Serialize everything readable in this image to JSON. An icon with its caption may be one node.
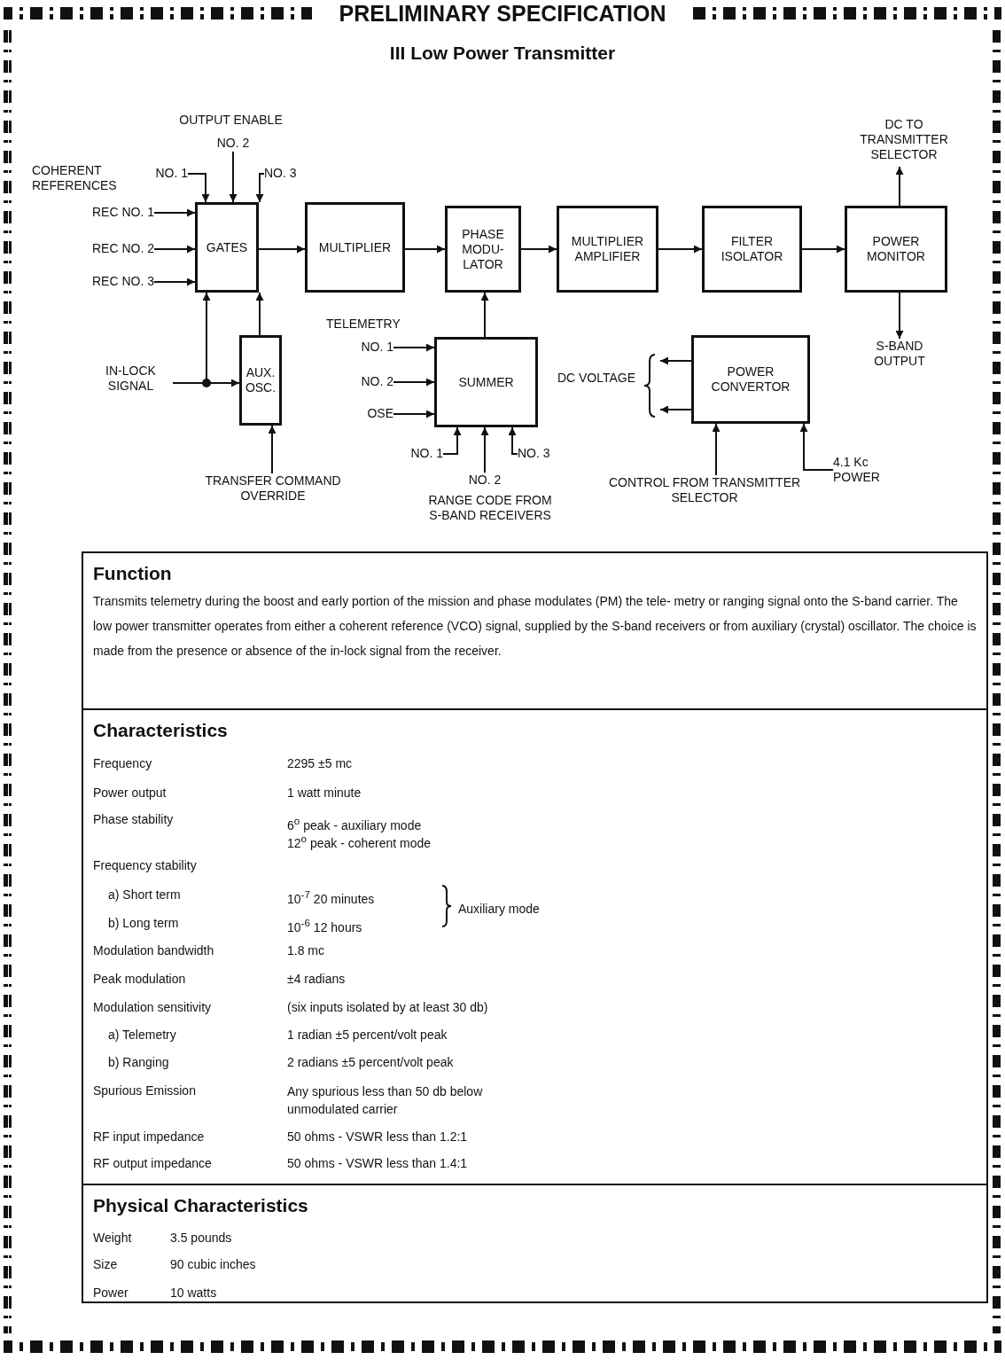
{
  "diagram": {
    "title": "III Low Power Transmitter",
    "nodes": [
      {
        "text": [
          "GATES"
        ]
      },
      {
        "text": [
          "MULTIPLIER"
        ]
      },
      {
        "text": [
          "PHASE MODU- LATOR"
        ]
      },
      {
        "text": [
          "MULTIPLIER AMPLIFIER"
        ]
      },
      {
        "text": [
          "FILTER ISOLATOR"
        ]
      },
      {
        "text": [
          "POWER MONITOR"
        ]
      },
      {
        "text": [
          "AUX. OSC."
        ]
      },
      {
        "text": [
          "SUMMER"
        ]
      },
      {
        "text": [
          "POWER CONVERTOR"
        ]
      },
      {
        "text": [
          "NO. 1"
        ]
      },
      {
        "text": [
          "NO. 2"
        ]
      },
      {
        "text": [
          "NO. 3"
        ]
      },
      {
        "text": [
          "REC NO. 1"
        ]
      },
      {
        "text": [
          "REC NO. 2"
        ]
      },
      {
        "text": [
          "REC NO. 3"
        ]
      },
      {
        "text": [
          "IN-LOCK SIGNAL"
        ]
      },
      {
        "text": [
          "TRANSFER COMMAND OVERRIDE"
        ]
      },
      {
        "text": [
          "NO. 1"
        ]
      },
      {
        "text": [
          "NO. 2"
        ]
      },
      {
        "text": [
          "OSE"
        ]
      },
      {
        "text": [
          "NO. 1"
        ]
      },
      {
        "text": [
          "NO. 2"
        ]
      },
      {
        "text": [
          "NO. 3"
        ]
      },
      {
        "text": [
          "DC TO TRANSMITTER SELECTOR"
        ]
      },
      {
        "text": [
          "S-BAND OUTPUT"
        ]
      },
      {
        "text": [
          "DC VOLTAGE"
        ]
      },
      {
        "text": [
          "CONTROL FROM TRANSMITTER SELECTOR"
        ]
      },
      {
        "text": [
          "4.1 Kc POWER"
        ]
      },
      {
        "text": [
          "Function",
          "Transmits telemetry during the boost and early portion of the mission and phase modulates (PM) the tele- metry or ranging signal onto the S-band carrier.  The low power transmitter operates from either a coherent reference (VCO) signal, supplied by the S-band receivers or from auxiliary (crystal) oscillator. The choice is made from the presence or absence of the in-lock signal from the receiver."
        ]
      },
      {
        "text": [
          "Characteristics",
          "Frequency",
          "2295 ±5 mc",
          "Power output",
          "1 watt minute",
          "Phase stability",
          "6$^{o}$ peak - auxiliary mode",
          "12$^{o}$ peak - coherent mode",
          "Frequency stability",
          "a)  Short term",
          "10$^{-7}$ 20 minutes",
          "b)  Long term",
          "10$^{-6}$ 12 hours",
          "Auxiliary mode",
          "Modulation bandwidth",
          "1.8 mc",
          "Peak modulation",
          "±4 radians",
          "Modulation sensitivity",
          "(six inputs isolated by at least 30 db)",
          "a)  Telemetry",
          "1 radian ±5 percent/volt peak",
          "b)  Ranging",
          "2 radians ±5 percent/volt peak",
          "Spurious Emission",
          "Any spurious less than 50 db below unmodulated carrier",
          "RF input impedance",
          "50 ohms - VSWR less than 1.2:1",
          "RF output impedance",
          "50 ohms - VSWR less than 1.4:1"
        ]
      },
      {
        "text": [
          "Physical Characteristics",
          "Weight",
          "3.5 pounds",
          "Size",
          "90 cubic inches",
          "Power",
          "10 watts"
        ]
      }
    ],
    "edges": [
      {
        "from": 9,
        "to": 0,
        "arrow": "to"
      },
      {
        "from": 10,
        "to": 0,
        "arrow": "to"
      },
      {
        "from": 11,
        "to": 0,
        "arrow": "to"
      },
      {
        "from": 12,
        "to": 0,
        "arrow": "to"
      },
      {
        "from": 13,
        "to": 0,
        "arrow": "to"
      },
      {
        "from": 14,
        "to": 0,
        "arrow": "to"
      },
      {
        "from": 0,
        "to": 1,
        "arrow": "to"
      },
      {
        "from": 1,
        "to": 2,
        "arrow": "to"
      },
      {
        "from": 2,
        "to": 3,
        "arrow": "to"
      },
      {
        "from": 3,
        "to": 4,
        "arrow": "to"
      },
      {
        "from": 4,
        "to": 5,
        "arrow": "to"
      },
      {
        "from": 5,
        "to": 23,
        "arrow": "to"
      },
      {
        "from": 5,
        "to": 24,
        "arrow": "to"
      },
      {
        "from": 15,
        "to": 6,
        "arrow": "to"
      },
      {
        "from": 15,
        "to": 0,
        "arrow": "to"
      },
      {
        "from": 6,
        "to": 0,
        "arrow": "to"
      },
      {
        "from": 16,
        "to": 6,
        "arrow": "to"
      },
      {
        "from": 17,
        "to": 7,
        "arrow": "to"
      },
      {
        "from": 18,
        "to": 7,
        "arrow": "to"
      },
      {
        "from": 19,
        "to": 7,
        "arrow": "to"
      },
      {
        "from": 20,
        "to": 7,
        "arrow": "to"
      },
      {
        "from": 21,
        "to": 7,
        "arrow": "to"
      },
      {
        "from": 22,
        "to": 7,
        "arrow": "to"
      },
      {
        "from": 7,
        "to": 2,
        "arrow": "to"
      },
      {
        "from": 8,
        "to": 25,
        "arrow": "to"
      },
      {
        "from": 8,
        "to": 25,
        "arrow": "to"
      },
      {
        "from": 26,
        "to": 8,
        "arrow": "to"
      },
      {
        "from": 27,
        "to": 8,
        "arrow": "to"
      }
    ],
    "labels": [
      "PRELIMINARY SPECIFICATION",
      "OUTPUT ENABLE",
      "COHERENT REFERENCES",
      "TELEMETRY",
      "RANGE CODE FROM S-BAND RECEIVERS"
    ]
  }
}
